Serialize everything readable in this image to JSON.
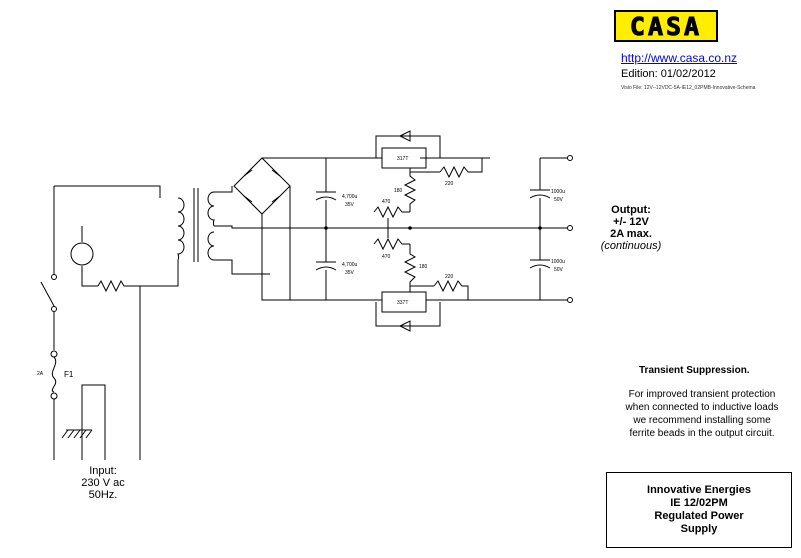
{
  "header": {
    "logo_text": "CASA",
    "logo_color": "#ffee00",
    "url": "http://www.casa.co.nz",
    "edition": "Edition: 01/02/2012",
    "visio_file": "Visio File: 12V--12VDC-5A-IE12_02PMB-Innovative-Schema"
  },
  "output": {
    "label": "Output:",
    "voltage": "+/- 12V",
    "current": "2A max.",
    "note": "(continuous)"
  },
  "transient": {
    "title": "Transient Suppression.",
    "line1": "For improved  transient protection",
    "line2": "when connected to inductive loads",
    "line3": "we recommend  installing some",
    "line4": "ferrite beads in the output circuit."
  },
  "input": {
    "line1": "Input:",
    "line2": "230 V ac",
    "line3": "50Hz."
  },
  "title_block": {
    "line1": "Innovative Energies",
    "line2": "IE 12/02PM",
    "line3": "Regulated Power",
    "line4": "Supply"
  },
  "components": {
    "reg_pos": "317T",
    "reg_neg": "337T",
    "r_top": "220",
    "r_bot": "220",
    "r180_top": "180",
    "r180_bot": "180",
    "pot_top": "470",
    "pot_bot": "470",
    "cin_top_val": "4,700u",
    "cin_top_v": "35V",
    "cin_bot_val": "4,700u",
    "cin_bot_v": "35V",
    "cout_top_val": "1000u",
    "cout_top_v": "50V",
    "cout_bot_val": "1000u",
    "cout_bot_v": "50V",
    "fuse_rating": "2A",
    "fuse_name": "F1"
  }
}
